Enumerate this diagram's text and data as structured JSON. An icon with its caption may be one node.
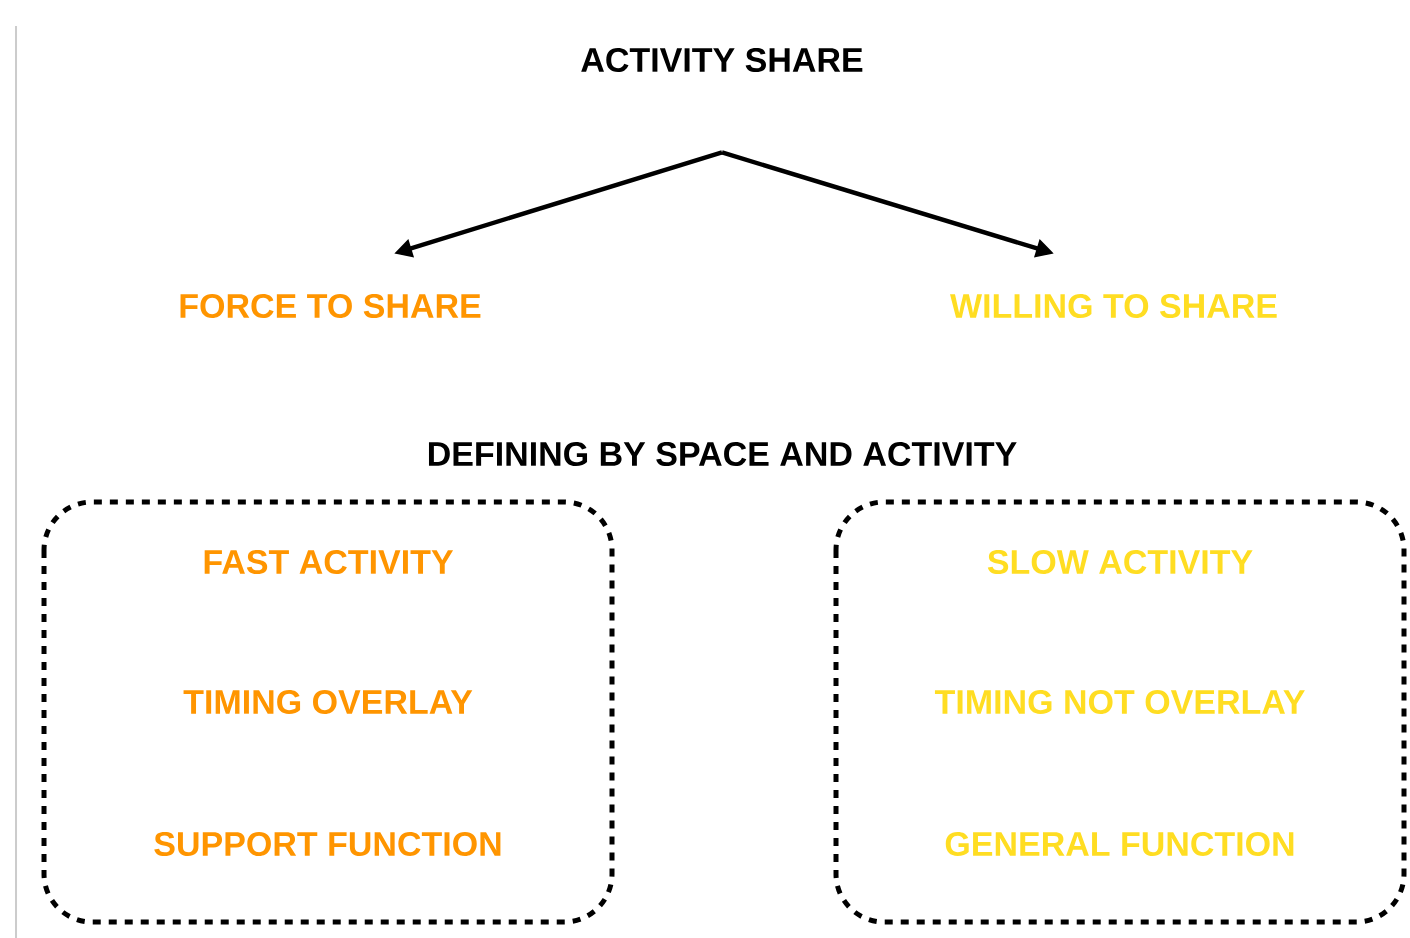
{
  "diagram": {
    "nodes": [
      {
        "text": [
          "ACTIVITY SHARE"
        ]
      },
      {
        "text": [
          "FORCE TO SHARE"
        ]
      },
      {
        "text": [
          "WILLING TO SHARE"
        ]
      },
      {
        "text": [
          "FAST ACTIVITY",
          "TIMING OVERLAY",
          "SUPPORT FUNCTION"
        ]
      },
      {
        "text": [
          "SLOW ACTIVITY",
          "TIMING NOT OVERLAY",
          "GENERAL FUNCTION"
        ]
      }
    ],
    "edges": [
      {
        "from": 0,
        "to": 1,
        "arrow": "to"
      },
      {
        "from": 0,
        "to": 2,
        "arrow": "to"
      }
    ],
    "labels": [
      "DEFINING BY SPACE AND ACTIVITY"
    ]
  }
}
